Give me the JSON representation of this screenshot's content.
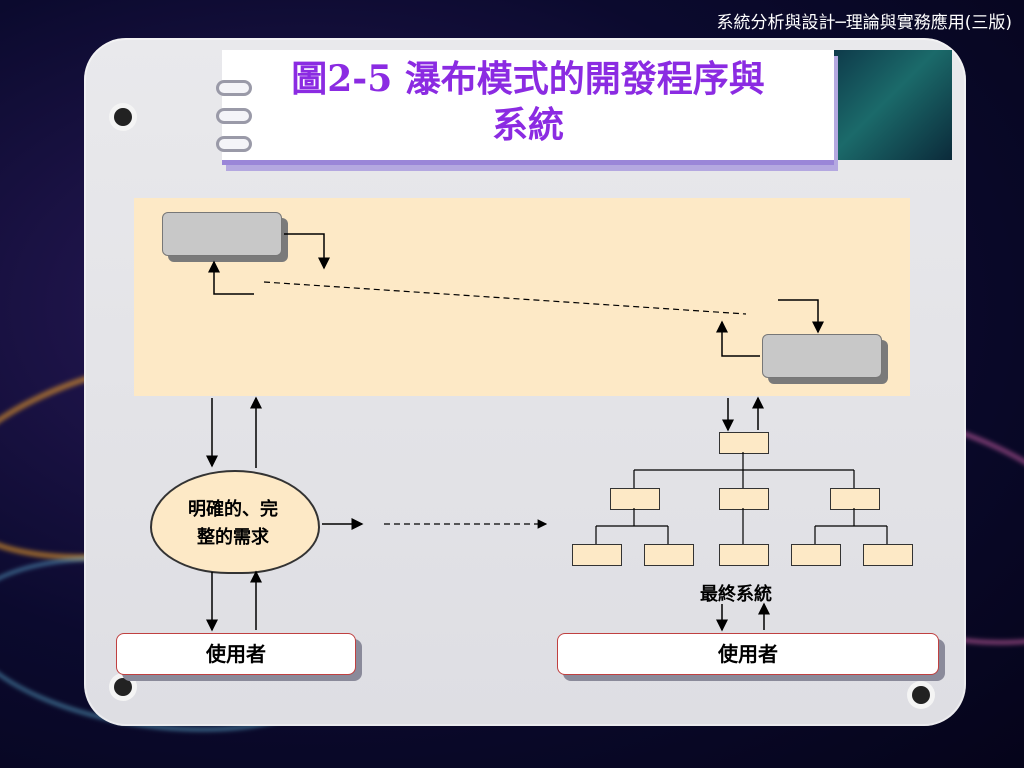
{
  "header": {
    "text": "系統分析與設計─理論與實務應用(三版)"
  },
  "title": {
    "line1": "圖2-5 瀑布模式的開發程序與",
    "line2": "系統"
  },
  "diagram": {
    "cloud_line1": "明確的、完",
    "cloud_line2": "整的需求",
    "final_system_label": "最終系統",
    "user_left": "使用者",
    "user_right": "使用者"
  },
  "colors": {
    "title": "#8b2be2",
    "flow_background": "#fde9c6",
    "panel": "#e4e4e8"
  }
}
